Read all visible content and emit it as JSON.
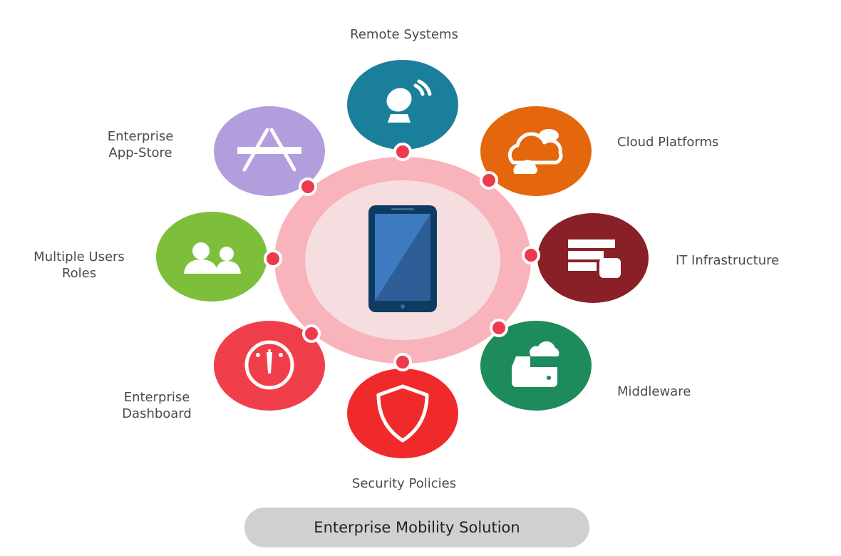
{
  "title": "Enterprise Mobility Solution",
  "center": {
    "icon": "smartphone-icon"
  },
  "nodes": [
    {
      "lines": [
        "Remote Systems"
      ],
      "icon": "satellite-dish-icon",
      "color": "#1a7f9b"
    },
    {
      "lines": [
        "Cloud Platforms"
      ],
      "icon": "cloud-icon",
      "color": "#e4670e"
    },
    {
      "lines": [
        "IT Infrastructure"
      ],
      "icon": "server-database-icon",
      "color": "#8a2027"
    },
    {
      "lines": [
        "Middleware"
      ],
      "icon": "cloud-storage-icon",
      "color": "#1e8b5c"
    },
    {
      "lines": [
        "Security Policies"
      ],
      "icon": "shield-icon",
      "color": "#f02a2a"
    },
    {
      "lines": [
        "Enterprise",
        "Dashboard"
      ],
      "icon": "gauge-icon",
      "color": "#f03e4a"
    },
    {
      "lines": [
        "Multiple Users",
        "Roles"
      ],
      "icon": "users-icon",
      "color": "#7dbf3b"
    },
    {
      "lines": [
        "Enterprise",
        "App-Store"
      ],
      "icon": "app-store-icon",
      "color": "#b29ddd"
    }
  ],
  "colors": {
    "ring": "#f9b3bb",
    "inner": "#f6dde0",
    "dot": "#ee3a4e",
    "pill": "#d0d0d0"
  }
}
